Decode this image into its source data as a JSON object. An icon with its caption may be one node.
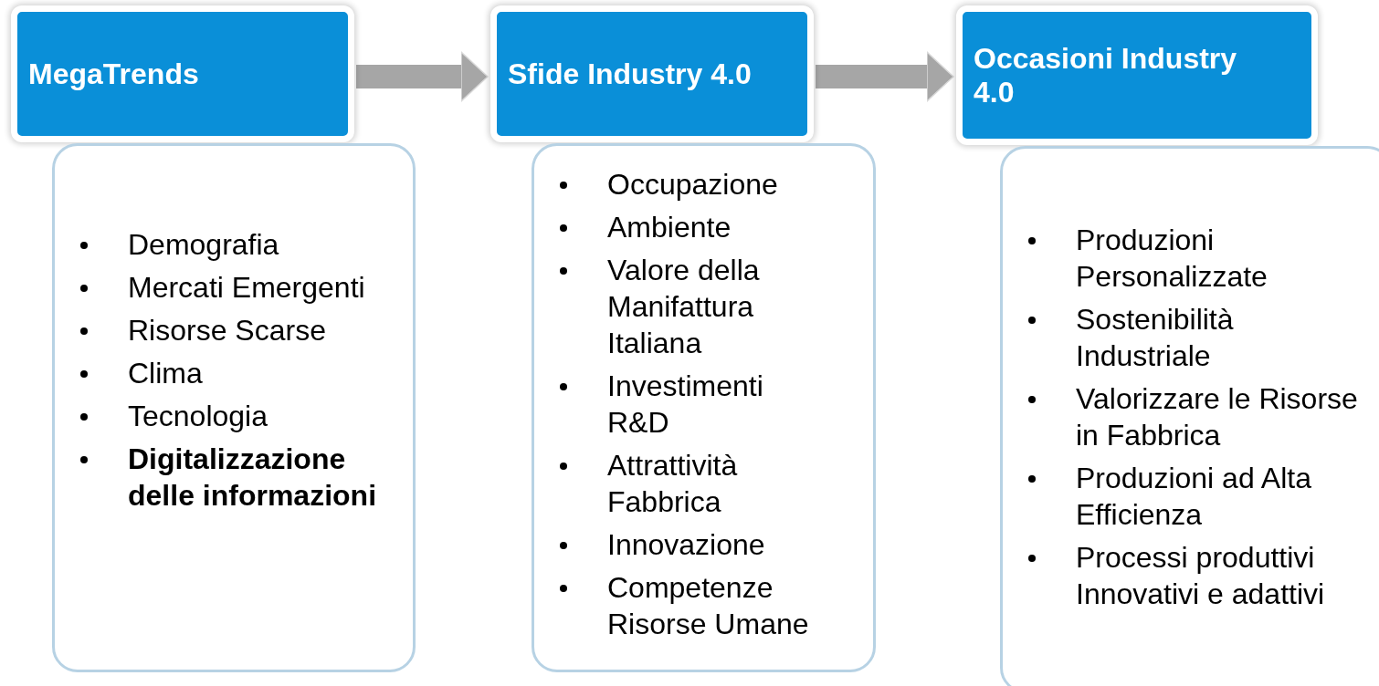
{
  "diagram": {
    "nodes": [
      {
        "text": [
          "MegaTrends"
        ]
      },
      {
        "text": [
          "Demografia",
          "Mercati Emergenti",
          "Risorse Scarse",
          "Clima",
          "Tecnologia",
          "Digitalizzazione delle informazioni"
        ]
      },
      {
        "text": [
          "Sfide Industry 4.0"
        ]
      },
      {
        "text": [
          "Occupazione",
          "Ambiente",
          "Valore della Manifattura Italiana",
          "Investimenti R&D",
          "Attrattività Fabbrica",
          "Innovazione",
          "Competenze Risorse Umane"
        ]
      },
      {
        "text": [
          "Occasioni Industry 4.0"
        ]
      },
      {
        "text": [
          "Produzioni Personalizzate",
          "Sostenibilità Industriale",
          "Valorizzare le Risorse in Fabbrica",
          "Produzioni ad Alta Efficienza",
          "Processi produttivi Innovativi e adattivi"
        ]
      }
    ],
    "edges": [
      {
        "from": 0,
        "to": 2,
        "arrow": "to"
      },
      {
        "from": 2,
        "to": 4,
        "arrow": "to"
      }
    ]
  }
}
